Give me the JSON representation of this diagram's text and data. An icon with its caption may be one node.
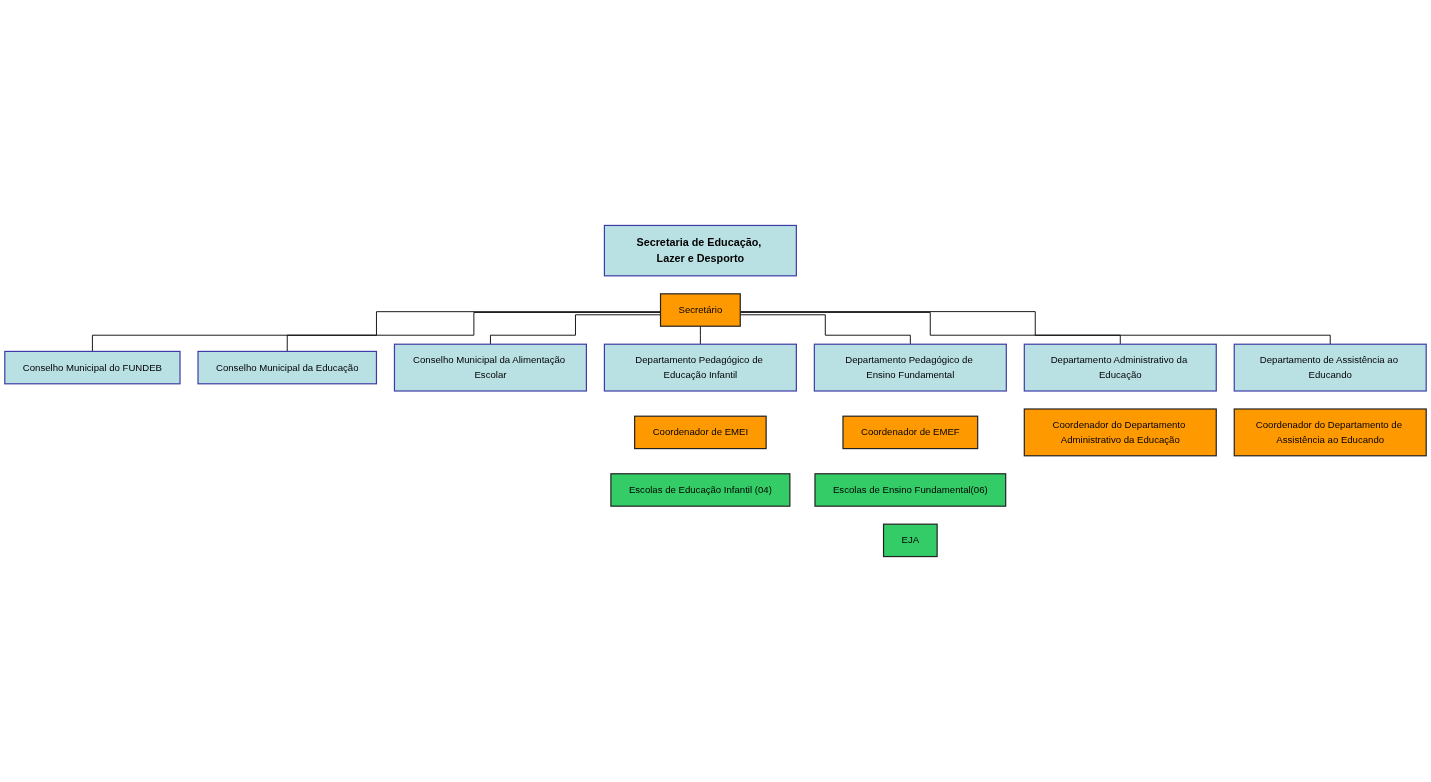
{
  "diagram": {
    "nodes": [
      {
        "text": [
          "Secretaria de Educação, Lazer e Desporto"
        ]
      },
      {
        "text": [
          "Secretário"
        ]
      },
      {
        "text": [
          "Conselho Municipal do FUNDEB"
        ]
      },
      {
        "text": [
          "Conselho Municipal da Educação"
        ]
      },
      {
        "text": [
          "Conselho Municipal da Alimentação Escolar"
        ]
      },
      {
        "text": [
          "Departamento Pedagógico de Educação Infantil"
        ]
      },
      {
        "text": [
          "Departamento Pedagógico de Ensino Fundamental"
        ]
      },
      {
        "text": [
          "Departamento Administrativo da Educação"
        ]
      },
      {
        "text": [
          "Departamento de Assistência ao Educando"
        ]
      },
      {
        "text": [
          "Coordenador de EMEI"
        ]
      },
      {
        "text": [
          "Coordenador de EMEF"
        ]
      },
      {
        "text": [
          "Coordenador do Departamento Administrativo da Educação"
        ]
      },
      {
        "text": [
          "Coordenador do Departamento de Assistência ao Educando"
        ]
      },
      {
        "text": [
          "Escolas de Educação Infantil (04)"
        ]
      },
      {
        "text": [
          "Escolas de Ensino Fundamental(06)"
        ]
      },
      {
        "text": [
          "EJA"
        ]
      }
    ],
    "edges": [
      {
        "from": 1,
        "to": 3,
        "arrow": "none"
      },
      {
        "from": 1,
        "to": 2,
        "arrow": "none"
      },
      {
        "from": 1,
        "to": 4,
        "arrow": "none"
      },
      {
        "from": 1,
        "to": 5,
        "arrow": "none"
      },
      {
        "from": 1,
        "to": 6,
        "arrow": "none"
      },
      {
        "from": 1,
        "to": 7,
        "arrow": "none"
      },
      {
        "from": 1,
        "to": 8,
        "arrow": "none"
      }
    ]
  }
}
